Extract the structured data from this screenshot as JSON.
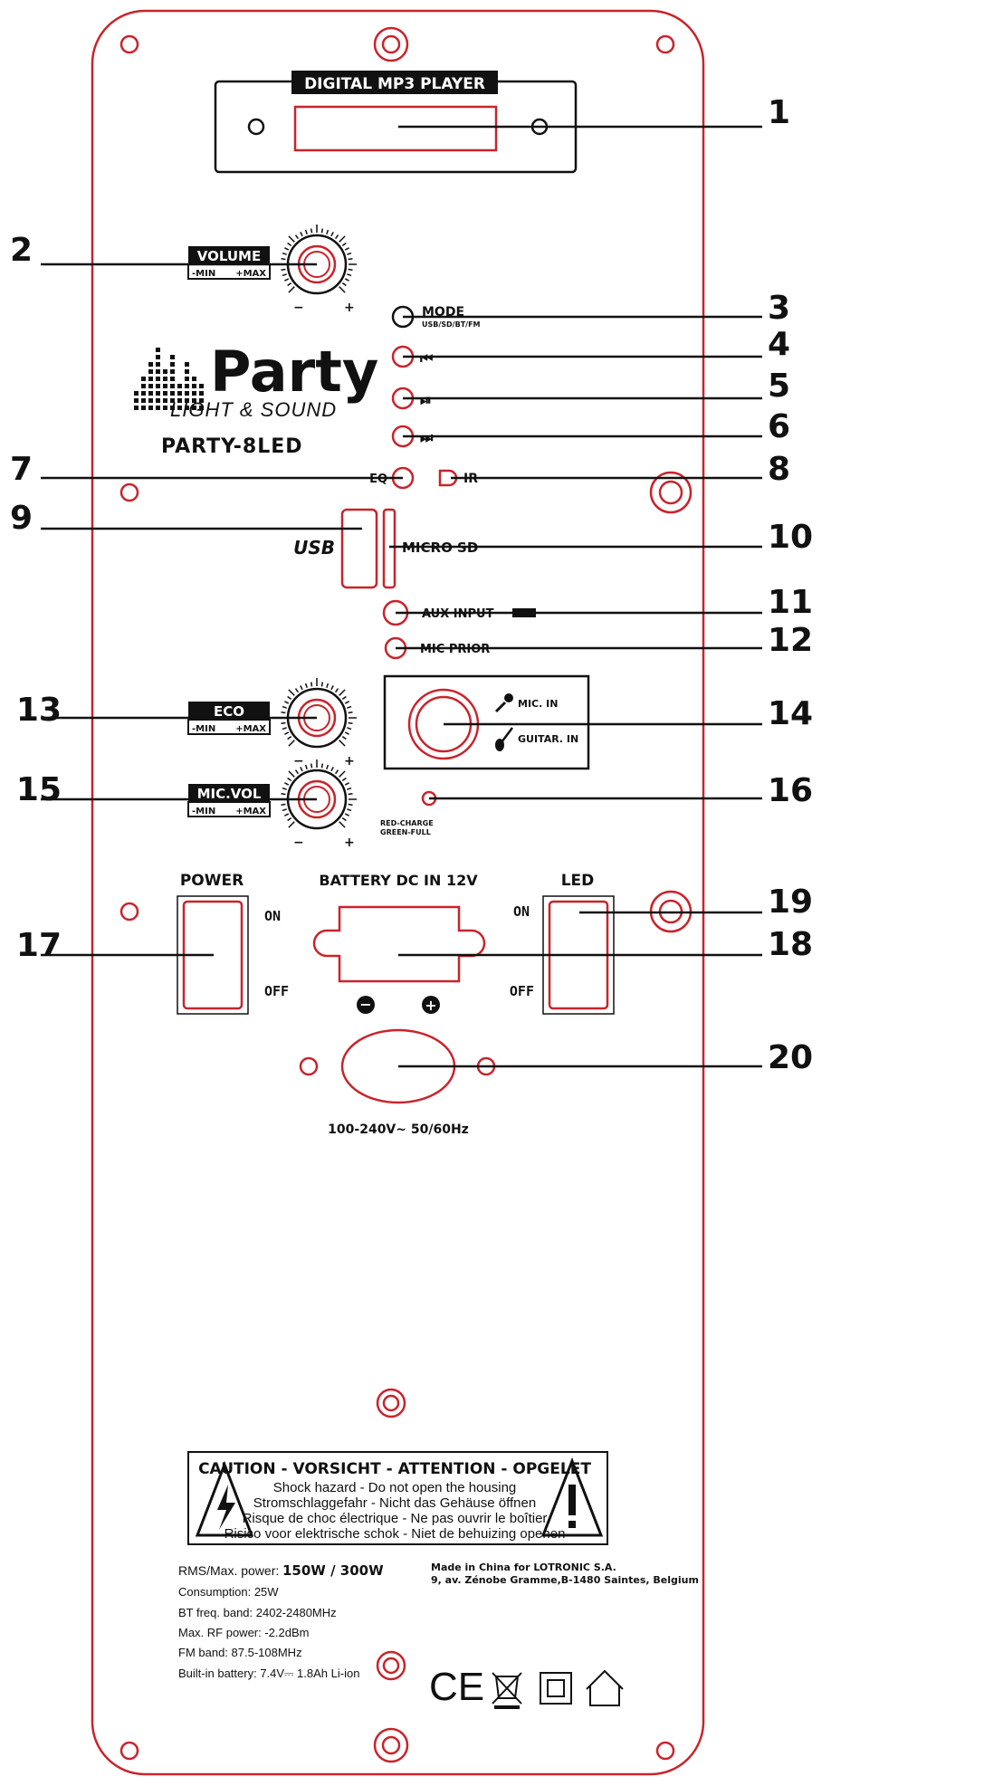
{
  "display": {
    "title": "DIGITAL MP3 PLAYER"
  },
  "brand": {
    "name": "Party",
    "tagline": "LIGHT & SOUND",
    "model": "PARTY-8LED"
  },
  "knobs": {
    "volume": {
      "label": "VOLUME",
      "min": "-MIN",
      "max": "+MAX",
      "minus": "−",
      "plus": "+"
    },
    "eco": {
      "label": "ECO",
      "min": "-MIN",
      "max": "+MAX",
      "minus": "−",
      "plus": "+"
    },
    "micvol": {
      "label": "MIC.VOL",
      "min": "-MIN",
      "max": "+MAX",
      "minus": "−",
      "plus": "+"
    }
  },
  "controls": {
    "mode": "MODE",
    "mode_sub": "USB/SD/BT/FM",
    "prev": "⏮",
    "play": "⏯",
    "next": "⏭",
    "eq": "EQ",
    "ir": "IR",
    "usb": "USB",
    "microsd": "MICRO SD",
    "aux": "AUX INPUT",
    "micprior": "MIC PRIOR",
    "mic_in": "MIC. IN",
    "guitar_in": "GUITAR. IN",
    "charge_red": "RED-CHARGE",
    "charge_green": "GREEN-FULL"
  },
  "power": {
    "label": "POWER",
    "on": "ON",
    "off": "OFF"
  },
  "battery": {
    "label": "BATTERY DC IN 12V",
    "minus": "−",
    "plus": "+"
  },
  "led": {
    "label": "LED",
    "on": "ON",
    "off": "OFF"
  },
  "mains": {
    "label": "100-240V~ 50/60Hz"
  },
  "caution": {
    "title": "CAUTION - VORSICHT - ATTENTION - OPGELET",
    "lines": [
      "Shock hazard - Do not open the housing",
      "Stromschlaggefahr - Nicht das Gehäuse öffnen",
      "Risque de choc électrique - Ne pas ouvrir le boîtier",
      "Risico voor elektrische schok - Niet de behuizing openen"
    ]
  },
  "specs": {
    "power_label": "RMS/Max. power:",
    "power_value": "150W / 300W",
    "lines": [
      "Consumption: 25W",
      "BT freq. band: 2402-2480MHz",
      "Max. RF power: -2.2dBm",
      "FM band: 87.5-108MHz",
      "Built-in battery: 7.4V⎓ 1.8Ah Li-ion"
    ]
  },
  "manufacturer": [
    "Made in China for LOTRONIC S.A.",
    "9, av. Zénobe Gramme,B-1480 Saintes, Belgium"
  ],
  "marks": {
    "ce": "CE"
  },
  "callouts": [
    "1",
    "2",
    "3",
    "4",
    "5",
    "6",
    "7",
    "8",
    "9",
    "10",
    "11",
    "12",
    "13",
    "14",
    "15",
    "16",
    "17",
    "18",
    "19",
    "20"
  ],
  "colors": {
    "outline": "#c8242c",
    "ink": "#111111"
  }
}
